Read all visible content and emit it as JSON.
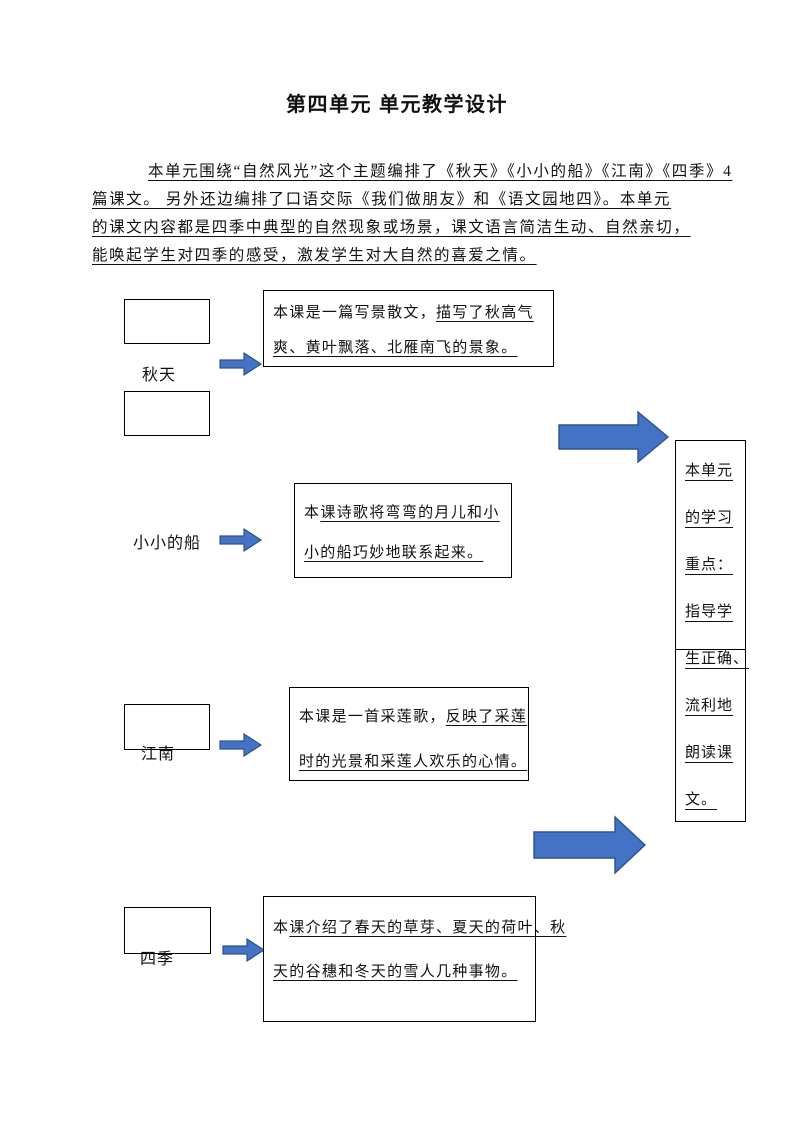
{
  "page": {
    "title": "第四单元 单元教学设计"
  },
  "paragraph": {
    "lines": [
      "本单元围绕“自然风光”这个主题编排了《秋天》《小小的船》《江南》《四季》4",
      "篇课文。 另外还边编排了口语交际《我们做朋友》和《语文园地四》。本单元",
      "的课文内容都是四季中典型的自然现象或场景，课文语言简洁生动、自然亲切，",
      "能唤起学生对四季的感受，激发学生对大自然的喜爱之情。"
    ]
  },
  "flow": {
    "items": [
      {
        "label": "秋天",
        "desc_plain": "本课是一篇写景散文，",
        "desc_underline": "描写了秋高气爽、黄叶飘落、北雁南飞的景象。"
      },
      {
        "label": "小小的船",
        "desc_plain": "本",
        "desc_underline": "课诗歌将弯弯的月儿和小小的船巧妙地联系起来。"
      },
      {
        "label": "江南",
        "desc_plain": "本课是一首采莲歌，",
        "desc_underline": "反映了采莲时的光景和采莲人欢乐的心情。"
      },
      {
        "label": "四季",
        "desc_plain": "本",
        "desc_underline": "课介绍了春天的草芽、夏天的荷叶、秋天的谷穗和冬天的雪人几种事物。"
      }
    ]
  },
  "sidebar": {
    "lines": [
      "本单元",
      "的学习",
      "重点：",
      "指导学",
      "生正确、",
      "流利地",
      "朗读课",
      "文。"
    ]
  },
  "colors": {
    "arrow_fill": "#4472C4",
    "arrow_stroke": "#2F528F",
    "box_border": "#000000"
  }
}
